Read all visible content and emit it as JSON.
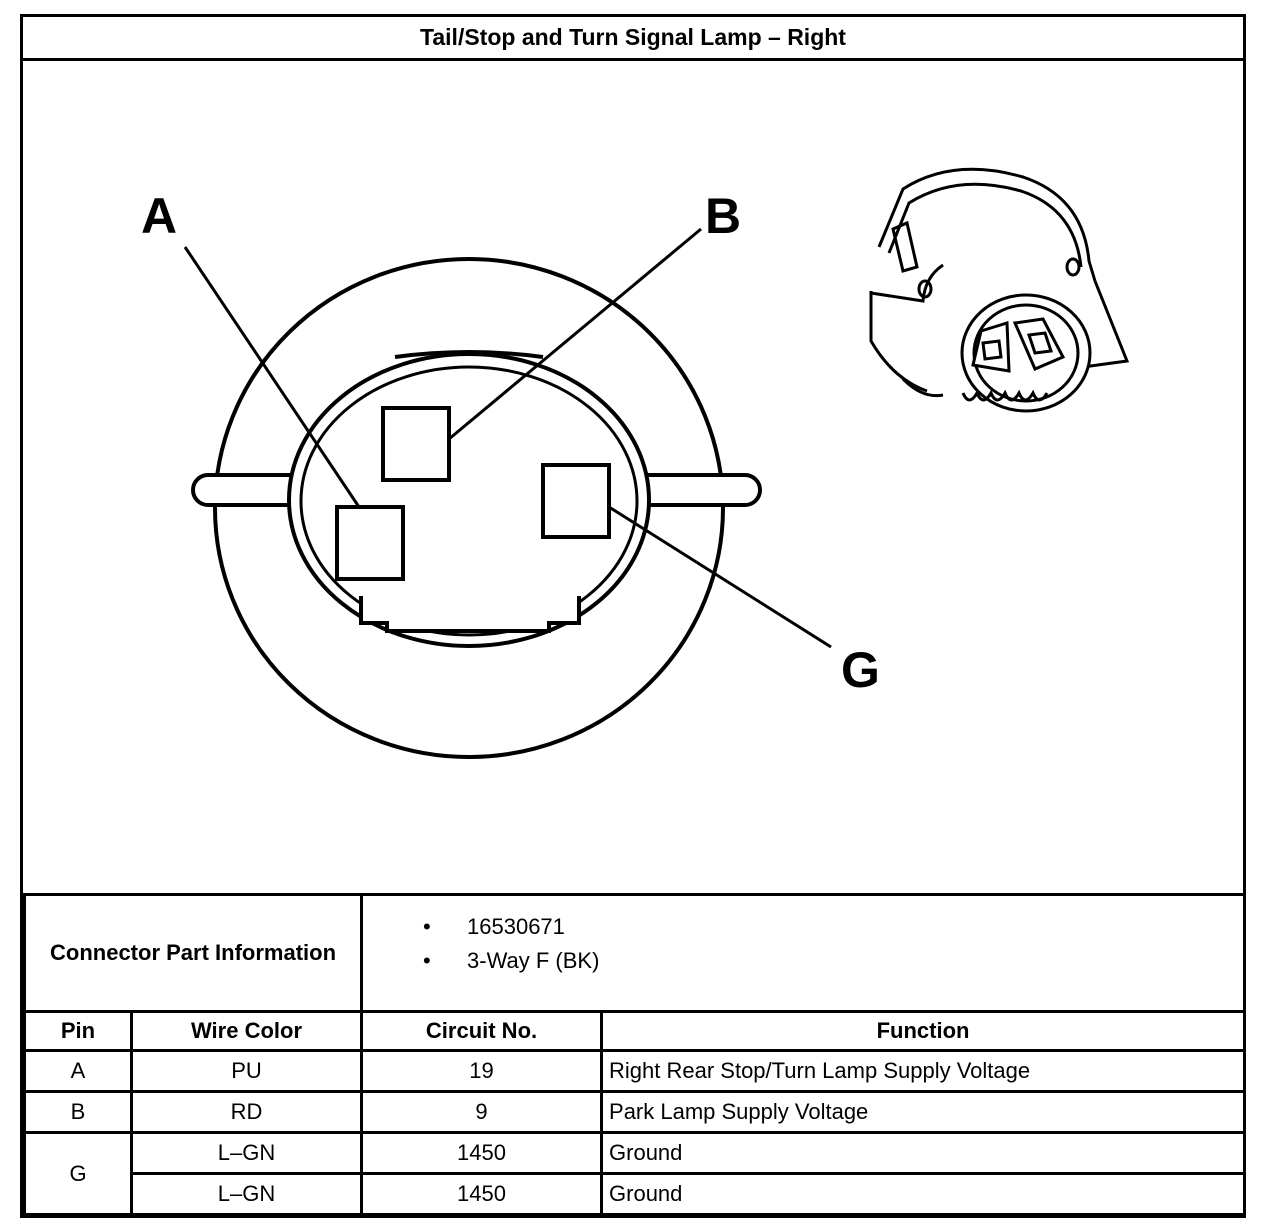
{
  "title": "Tail/Stop and Turn Signal Lamp – Right",
  "diagram": {
    "pin_labels": [
      "A",
      "B",
      "G"
    ]
  },
  "connector_part_info": {
    "label": "Connector Part Information",
    "items": [
      "16530671",
      "3-Way F (BK)"
    ]
  },
  "table": {
    "headers": [
      "Pin",
      "Wire Color",
      "Circuit No.",
      "Function"
    ],
    "rows": [
      {
        "pin": "A",
        "wire_color": "PU",
        "circuit": "19",
        "function": "Right Rear Stop/Turn Lamp Supply Voltage"
      },
      {
        "pin": "B",
        "wire_color": "RD",
        "circuit": "9",
        "function": "Park Lamp Supply Voltage"
      },
      {
        "pin": "G",
        "wire_color": "L–GN",
        "circuit": "1450",
        "function": "Ground"
      },
      {
        "pin": "",
        "wire_color": "L–GN",
        "circuit": "1450",
        "function": "Ground"
      }
    ]
  }
}
